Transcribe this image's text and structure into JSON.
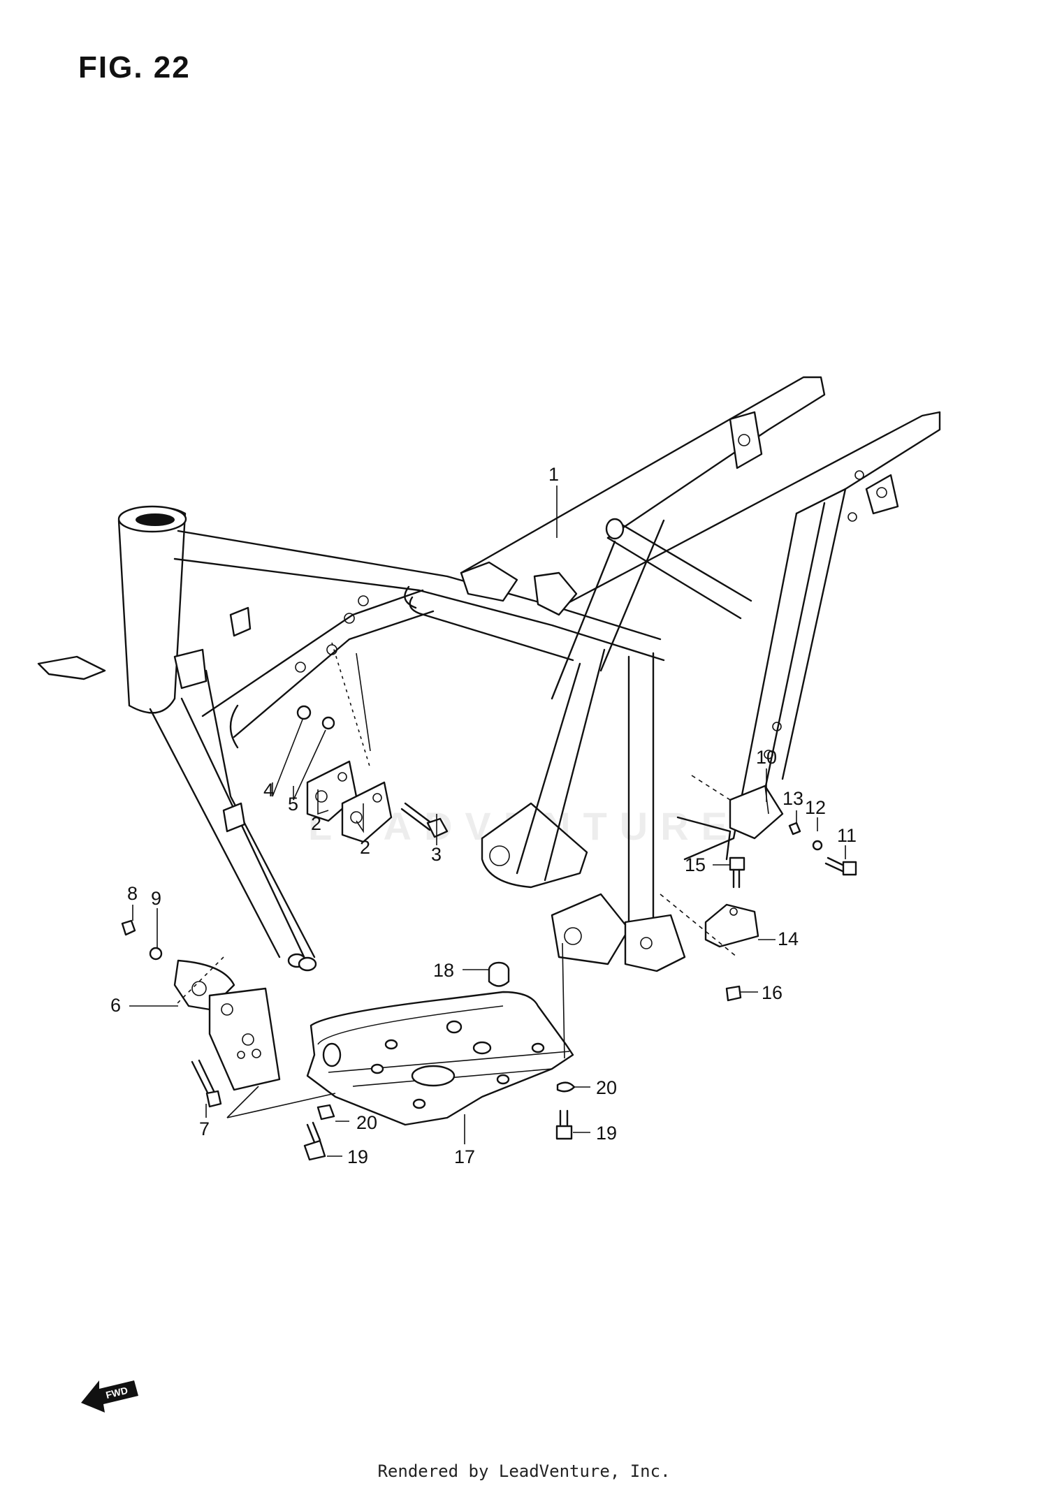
{
  "figure": {
    "title": "FIG. 22"
  },
  "callouts": [
    {
      "id": "c1",
      "label": "1"
    },
    {
      "id": "c2a",
      "label": "2"
    },
    {
      "id": "c2b",
      "label": "2"
    },
    {
      "id": "c3",
      "label": "3"
    },
    {
      "id": "c4",
      "label": "4"
    },
    {
      "id": "c5",
      "label": "5"
    },
    {
      "id": "c6",
      "label": "6"
    },
    {
      "id": "c7",
      "label": "7"
    },
    {
      "id": "c8",
      "label": "8"
    },
    {
      "id": "c9",
      "label": "9"
    },
    {
      "id": "c10",
      "label": "10"
    },
    {
      "id": "c11",
      "label": "11"
    },
    {
      "id": "c12",
      "label": "12"
    },
    {
      "id": "c13",
      "label": "13"
    },
    {
      "id": "c14",
      "label": "14"
    },
    {
      "id": "c15",
      "label": "15"
    },
    {
      "id": "c16",
      "label": "16"
    },
    {
      "id": "c17",
      "label": "17"
    },
    {
      "id": "c18",
      "label": "18"
    },
    {
      "id": "c19a",
      "label": "19"
    },
    {
      "id": "c19b",
      "label": "19"
    },
    {
      "id": "c20a",
      "label": "20"
    },
    {
      "id": "c20b",
      "label": "20"
    }
  ],
  "fwd_indicator": {
    "label": "FWD",
    "icon": "fwd-arrow-icon"
  },
  "watermark": {
    "text": "LEADVENTURE"
  },
  "footer": {
    "text": "Rendered by LeadVenture, Inc."
  }
}
